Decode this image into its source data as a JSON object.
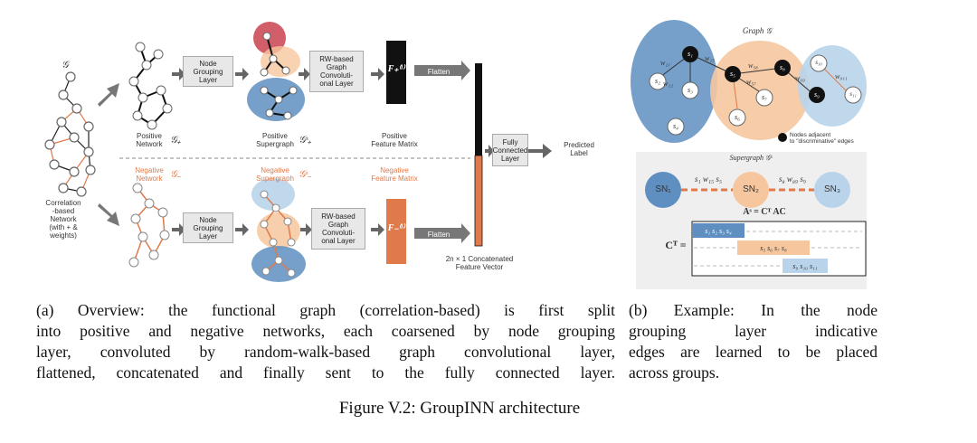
{
  "left_panel": {
    "graph_symbol": "𝒢",
    "correlation_network_label": "Correlation\n-based\nNetwork\n(with + &\nweights)",
    "node_grouping_label_top": "Node\nGrouping\nLayer",
    "node_grouping_label_bottom": "Node\nGrouping\nLayer",
    "rw_conv_label_top": "RW-based\nGraph\nConvoluti-\nonal Layer",
    "rw_conv_label_bottom": "RW-based\nGraph\nConvoluti-\nonal Layer",
    "flatten_top": "Flatten",
    "flatten_bottom": "Flatten",
    "positive_network": "Positive\nNetwork",
    "positive_network_sym": "𝒢₊",
    "positive_supergraph": "Positive\nSupergraph",
    "positive_supergraph_sym": "𝒢ˢ₊",
    "positive_feature": "Positive\nFeature Matrix",
    "negative_network": "Negative\nNetwork",
    "negative_network_sym": "𝒢₋",
    "negative_supergraph": "Negative\nSupergraph",
    "negative_supergraph_sym": "𝒢ˢ₋",
    "negative_feature": "Negative\nFeature Matrix",
    "feature_top_sym": "F₊⁽ˡ⁾",
    "feature_bottom_sym": "F₋⁽ˡ⁾",
    "fully_connected": "Fully\nConnected\nLayer",
    "predicted_label": "Predicted\nLabel",
    "concat_vector": "2n × 1 Concatenated\nFeature Vector"
  },
  "right_panel": {
    "graph_title": "Graph 𝒢",
    "supergraph_title": "Supergraph 𝒢ˢ",
    "legend_text": "Nodes adjacent\nto \"discriminative\" edges",
    "nodes": [
      "s₁",
      "s₂",
      "s₃",
      "s₄",
      "s₅",
      "s₆",
      "s₇",
      "s₈",
      "s₉",
      "s₁₀",
      "s₁₁"
    ],
    "edge_labels": [
      "w₁₅",
      "w₂₁",
      "w₁₂",
      "w₅₈",
      "w₅₇",
      "w₆₉",
      "w₉₁₁"
    ],
    "super_nodes": [
      "SN₁",
      "SN₂",
      "SN₃"
    ],
    "super_edge_left": "s₁ w₁₅ s₅",
    "super_edge_right": "s₈ w₈₉ s₉",
    "equation": "Aˢ = Cᵀ AC",
    "c_label": "Cᵀ =",
    "row1": "s₁ s₂ s₃ s₄",
    "row2": "s₅ s₆ s₇ s₈",
    "row3": "s₉ s₁₀ s₁₁"
  },
  "captions": {
    "a_lines": [
      "(a) Overview: the functional graph (correlation-based) is first split",
      "into positive and negative networks, each coarsened by node grouping",
      "layer, convoluted by random-walk-based graph convolutional layer,",
      "flattened, concatenated and finally sent to the fully connected layer."
    ],
    "b_lines": [
      "(b) Example:  In the node",
      "grouping  layer  indicative",
      "edges are learned to be placed",
      "across groups."
    ],
    "figure": "Figure V.2: GroupINN architecture"
  }
}
